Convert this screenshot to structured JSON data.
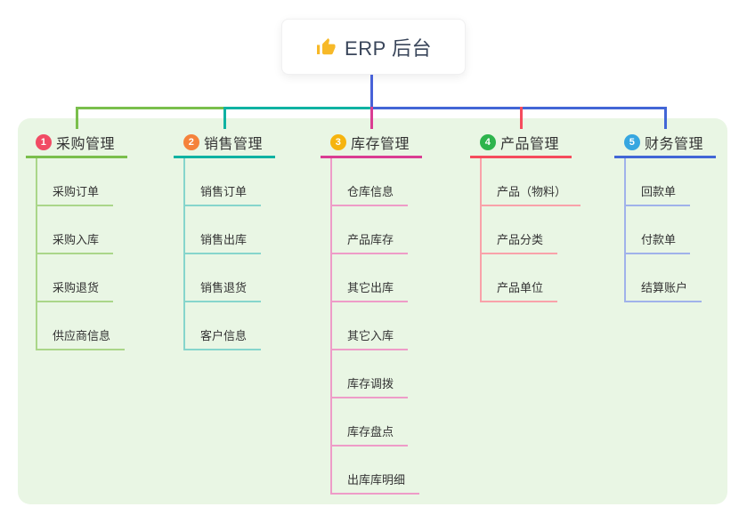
{
  "window": {
    "background": "#ffffff"
  },
  "canvas": {
    "background": "#e9f6e4"
  },
  "root": {
    "label": "ERP 后台",
    "icon": "thumbs-up-icon",
    "icon_color": "#f7b928",
    "text_color": "#39455a",
    "connector_color": "#4862d8"
  },
  "branches": [
    {
      "bullet": "1",
      "label": "采购管理",
      "bullet_color": "#f14b64",
      "main_color": "#7abf4c",
      "light_color": "#aad689",
      "children": [
        "采购订单",
        "采购入库",
        "采购退货",
        "供应商信息"
      ]
    },
    {
      "bullet": "2",
      "label": "销售管理",
      "bullet_color": "#f5823b",
      "main_color": "#0fb2a2",
      "light_color": "#86d5cc",
      "children": [
        "销售订单",
        "销售出库",
        "销售退货",
        "客户信息"
      ]
    },
    {
      "bullet": "3",
      "label": "库存管理",
      "bullet_color": "#f6b40e",
      "main_color": "#da3d92",
      "light_color": "#ee9cc8",
      "children": [
        "仓库信息",
        "产品库存",
        "其它出库",
        "其它入库",
        "库存调拨",
        "库存盘点",
        "出库库明细"
      ]
    },
    {
      "bullet": "4",
      "label": "产品管理",
      "bullet_color": "#2db44c",
      "main_color": "#f54c5d",
      "light_color": "#f9a2aa",
      "children": [
        "产品（物料）",
        "产品分类",
        "产品单位"
      ]
    },
    {
      "bullet": "5",
      "label": "财务管理",
      "bullet_color": "#36a6e0",
      "main_color": "#4266d6",
      "light_color": "#a0b2ea",
      "children": [
        "回款单",
        "付款单",
        "结算账户"
      ]
    }
  ]
}
